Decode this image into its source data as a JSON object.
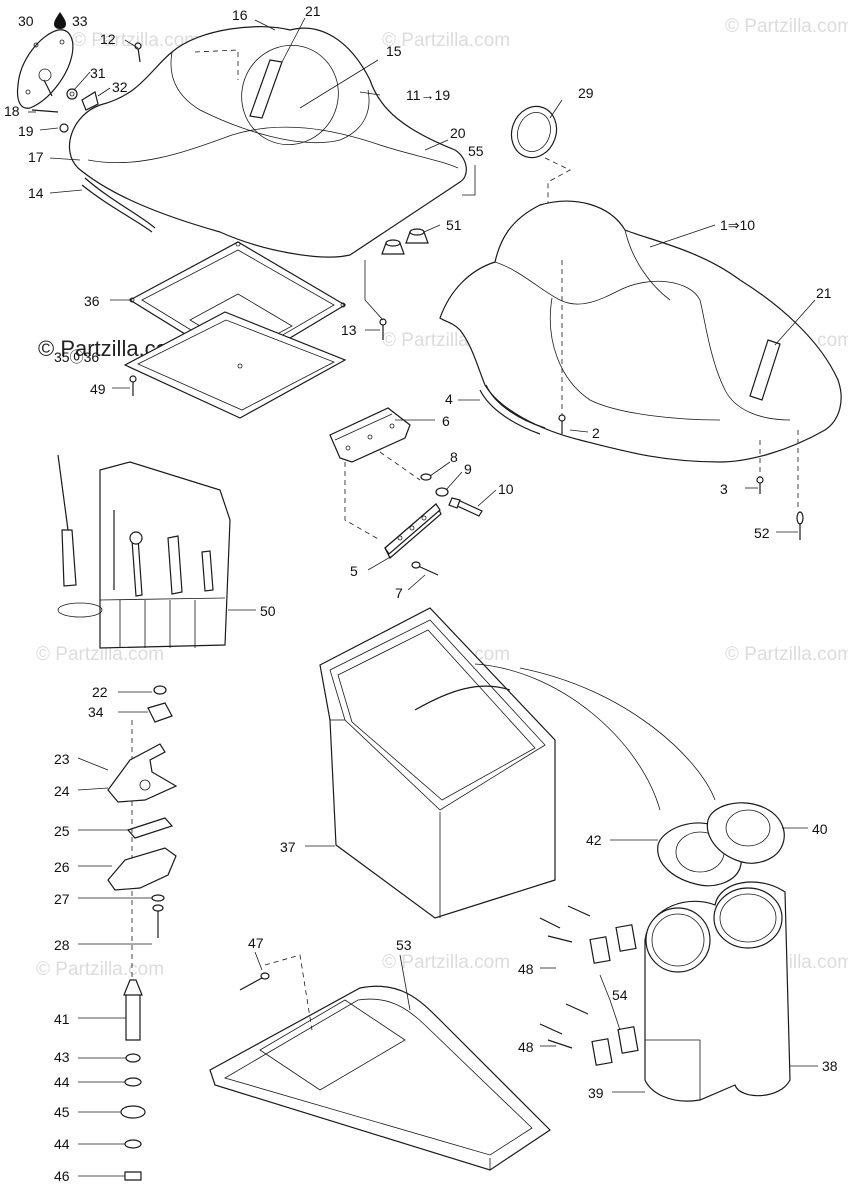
{
  "watermark": {
    "text": "© Partzilla.com",
    "prominent_text": "© Partzilla.com"
  },
  "callouts": {
    "c30": "30",
    "c33": "33",
    "c16": "16",
    "c21a": "21",
    "c12": "12",
    "c15": "15",
    "c11_19": "11→19",
    "c31": "31",
    "c32": "32",
    "c18": "18",
    "c19": "19",
    "c17": "17",
    "c20": "20",
    "c55": "55",
    "c14": "14",
    "c29": "29",
    "c51": "51",
    "c1_10": "1⇒10",
    "c21b": "21",
    "c36a": "36",
    "c13": "13",
    "c35_36": "35⓪36",
    "c49": "49",
    "c4": "4",
    "c6": "6",
    "c2": "2",
    "c8": "8",
    "c9": "9",
    "c10": "10",
    "c3": "3",
    "c52": "52",
    "c5": "5",
    "c7": "7",
    "c50": "50",
    "c22": "22",
    "c34": "34",
    "c23": "23",
    "c24": "24",
    "c25": "25",
    "c26": "26",
    "c27": "27",
    "c28": "28",
    "c37": "37",
    "c42": "42",
    "c40": "40",
    "c47": "47",
    "c53": "53",
    "c48a": "48",
    "c54": "54",
    "c48b": "48",
    "c41": "41",
    "c43": "43",
    "c44a": "44",
    "c45": "45",
    "c44b": "44",
    "c46": "46",
    "c39": "39",
    "c38": "38"
  }
}
